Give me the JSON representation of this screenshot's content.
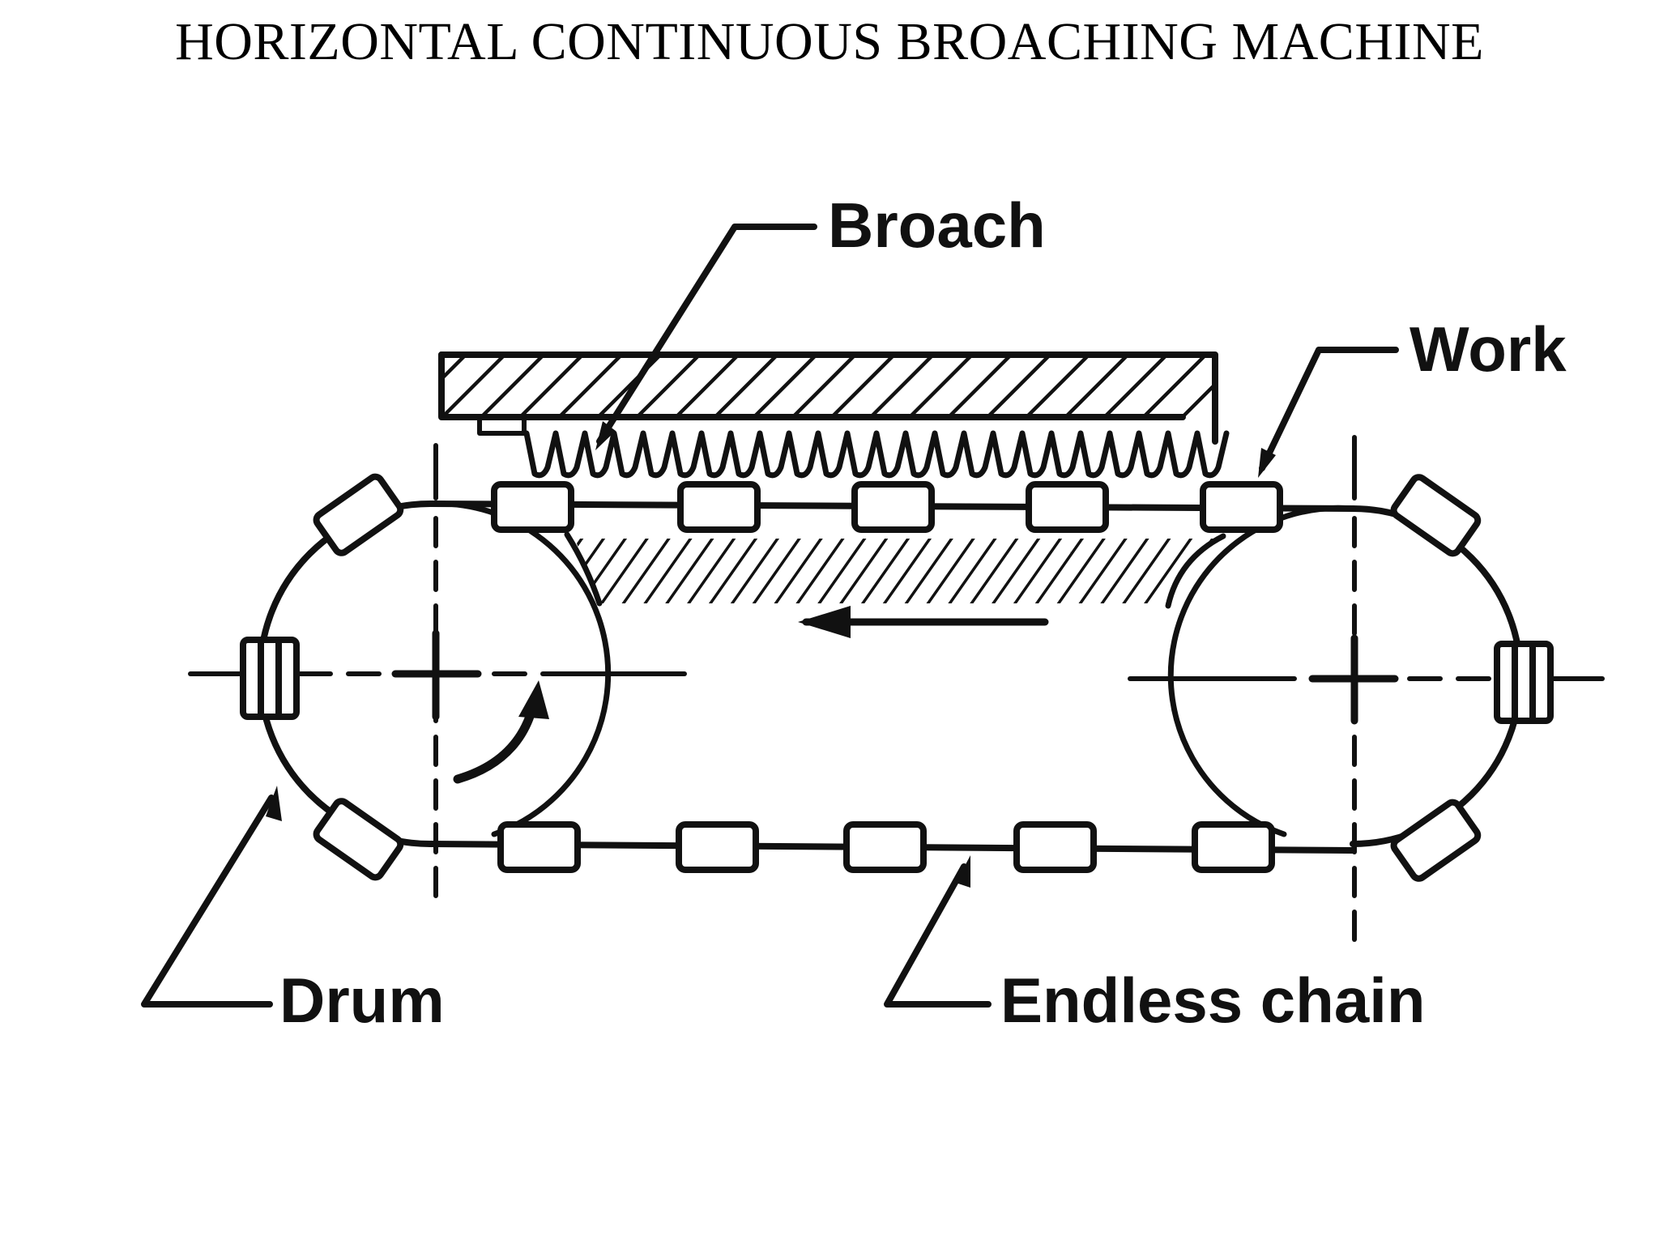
{
  "title": "HORIZONTAL CONTINUOUS BROACHING MACHINE",
  "labels": {
    "broach": "Broach",
    "work": "Work",
    "drum": "Drum",
    "chain": "Endless chain"
  },
  "colors": {
    "ink": "#111111",
    "background": "#ffffff"
  }
}
